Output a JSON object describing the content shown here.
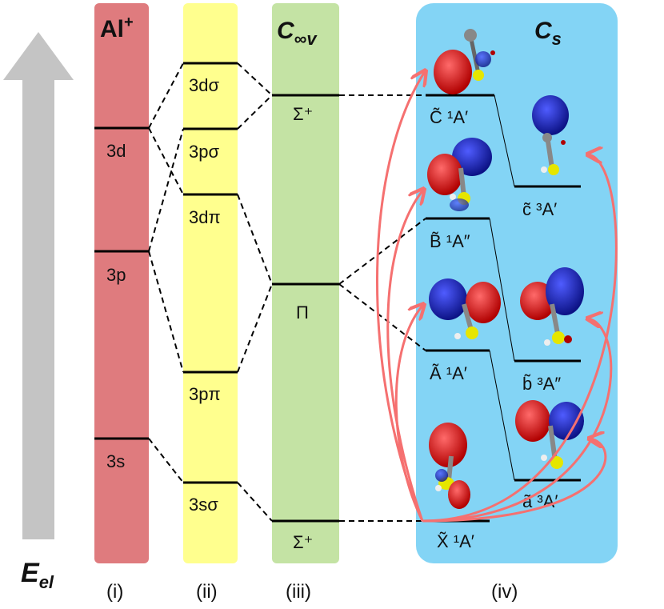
{
  "axis": {
    "energy_label": "E",
    "energy_sub": "el"
  },
  "columns": {
    "al": {
      "header": "Al",
      "header_sup": "+",
      "levels": [
        "3d",
        "3p",
        "3s"
      ],
      "roman": "(i)"
    },
    "ii": {
      "levels": [
        "3dσ",
        "3pσ",
        "3dπ",
        "3pπ",
        "3sσ"
      ],
      "roman": "(ii)"
    },
    "cinf": {
      "header": "C",
      "header_sub": "∞v",
      "levels": [
        "Σ⁺",
        "Π",
        "Σ⁺"
      ],
      "roman": "(iii)"
    },
    "cs": {
      "header": "C",
      "header_sub": "s",
      "roman": "(iv)",
      "singlets": [
        "C̃ ¹A′",
        "B̃ ¹A″",
        "Ã ¹A′",
        "X̃ ¹A′"
      ],
      "triplets": [
        "c̃ ³A′",
        "b̃ ³A″",
        "ã ³A′"
      ]
    }
  },
  "colors": {
    "al_column": "#df7b7e",
    "ii_column": "#ffff8e",
    "cinf_column": "#c4e3a4",
    "cs_panel": "#83d4f5",
    "arrow": "#c4c4c4",
    "transition": "#f57070"
  }
}
